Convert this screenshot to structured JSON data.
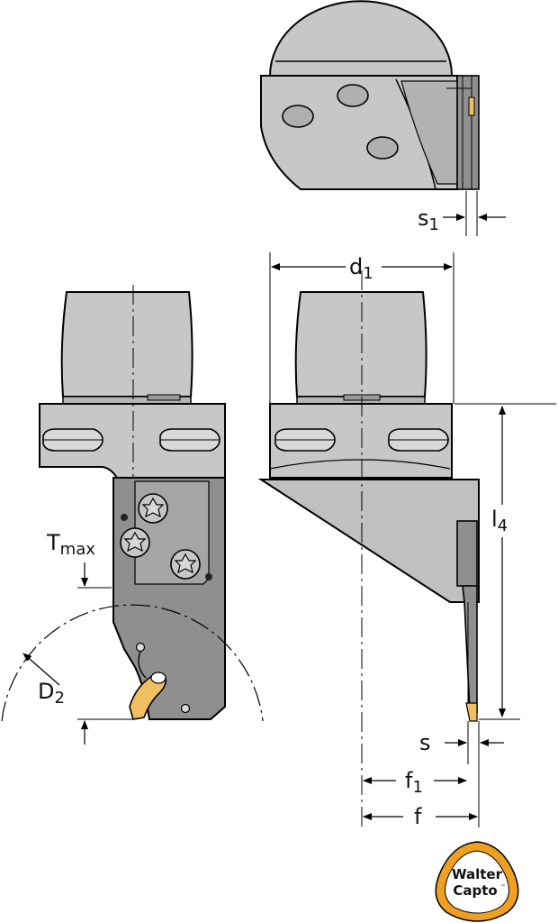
{
  "labels": {
    "s1_main": "s",
    "s1_sub": "1",
    "d1_main": "d",
    "d1_sub": "1",
    "tmax_main": "T",
    "tmax_sub": "max",
    "l4_main": "l",
    "l4_sub": "4",
    "d2_main": "D",
    "d2_sub": "2",
    "s": "s",
    "f1_main": "f",
    "f1_sub": "1",
    "f": "f"
  },
  "logo": {
    "line1": "Walter",
    "line2": "Capto",
    "mark": "™"
  },
  "colors": {
    "body_light": "#c7c7c7",
    "body_dark": "#8f8f8f",
    "blade": "#a9a9a9",
    "insert": "#f0c060",
    "logo_ring": "#f0a020",
    "outline": "#000000"
  }
}
